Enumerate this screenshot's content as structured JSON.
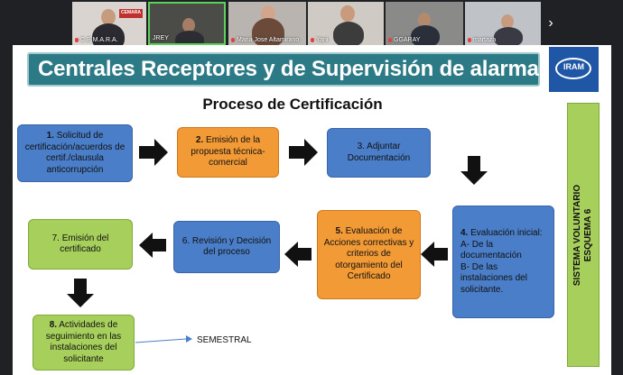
{
  "participants": [
    {
      "name": "C.E.M.A.R.A."
    },
    {
      "name": "JREY"
    },
    {
      "name": "Maria Jose Altamirano"
    },
    {
      "name": "Yani"
    },
    {
      "name": "GGARAY"
    },
    {
      "name": "martaza"
    }
  ],
  "tile_logo": "CEMARA",
  "nav": {
    "next_icon": "›"
  },
  "slide": {
    "title": "Centrales Receptores y de Supervisión de alarmas",
    "logo": "IRAM",
    "subtitle": "Proceso de Certificación",
    "side_label_1": "SISTEMA VOLUNTARIO",
    "side_label_2": "ESQUEMA 6",
    "note": "SEMESTRAL",
    "steps": {
      "s1": {
        "num": "1.",
        "text": "Solicitud de certificación/acuerdos de certif./clausula anticorrupción"
      },
      "s2": {
        "num": "2.",
        "text": "Emisión de la propuesta técnica-comercial"
      },
      "s3": {
        "text": "3. Adjuntar Documentación"
      },
      "s4": {
        "num": "4.",
        "line1": "Evaluación inicial:",
        "line2": "A- De la documentación",
        "line3": "B- De las instalaciones del solicitante."
      },
      "s5": {
        "num": "5.",
        "text": "Evaluación de Acciones correctivas y criterios de otorgamiento del Certificado"
      },
      "s6": {
        "text": "6. Revisión y Decisión del proceso"
      },
      "s7": {
        "text": "7. Emisión del certificado"
      },
      "s8": {
        "num": "8.",
        "text": "Actividades de seguimiento en las instalaciones del solicitante"
      }
    }
  },
  "colors": {
    "title_bg": "#2b7a86",
    "blue": "#4a7ec8",
    "orange": "#f29a35",
    "green": "#a7cf5c",
    "iram": "#1f57a6"
  }
}
